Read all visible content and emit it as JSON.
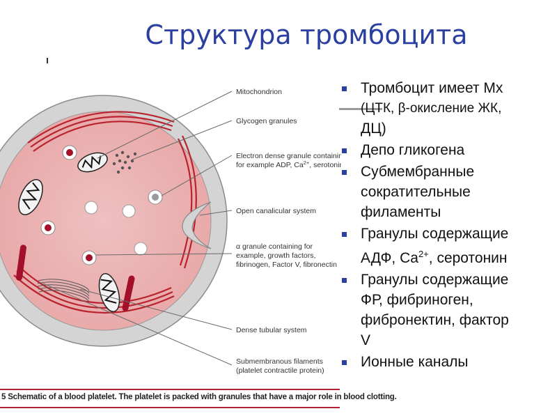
{
  "slide": {
    "title": "Структура тромбоцита",
    "tick": "'"
  },
  "diagram": {
    "labels": {
      "mitochondrion": "Mitochondrion",
      "glycogen": "Glycogen granules",
      "dense_1": "Electron dense granule containing,",
      "dense_2a": "for example ADP, Ca",
      "dense_2sup": "2+",
      "dense_2b": ", serotonin",
      "ocs": "Open canalicular system",
      "alpha_1": "α granule containing for",
      "alpha_2": "example, growth factors,",
      "alpha_3": "fibrinogen, Factor V, fibronectin",
      "dts": "Dense tubular system",
      "sub_1": "Submembranous filaments",
      "sub_2": "(platelet contractile protein)"
    },
    "caption": "5 Schematic of a blood platelet. The platelet is packed with granules that have a major role in blood clotting.",
    "colors": {
      "cytoplasm": "#e9a9a9",
      "outer_ring": "#d6d6d6",
      "microtubule_band": "#b8232f",
      "granule_red": "#a3102a",
      "leader_lines": "#6a6a6a"
    }
  },
  "bullets": [
    {
      "lines": [
        "Тромбоцит имеет Мх",
        "(ЦТК, β-окисление ЖК,",
        "ДЦ)"
      ],
      "small": [
        false,
        true,
        false
      ]
    },
    {
      "lines": [
        "Депо гликогена"
      ]
    },
    {
      "lines": [
        "Субмембранные",
        "сократительные",
        "филаменты"
      ]
    },
    {
      "lines": [
        "Гранулы содержащие",
        "АДФ, Ca",
        "2+",
        ", серотонин"
      ],
      "sup_line": true
    },
    {
      "lines": [
        "Гранулы содержащие",
        "ФР, фибриноген,",
        "фибронектин, фактор",
        "V"
      ]
    },
    {
      "lines": [
        "Ионные каналы"
      ]
    }
  ]
}
